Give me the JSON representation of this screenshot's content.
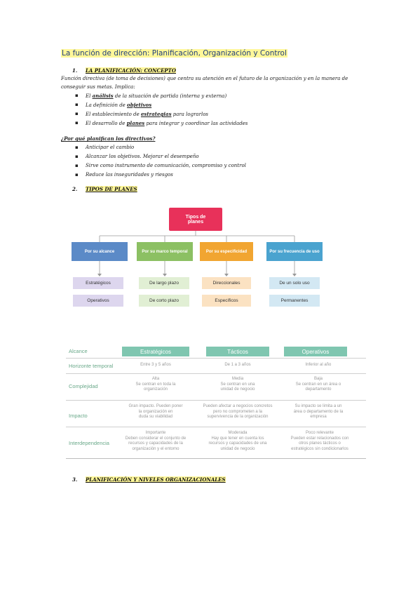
{
  "title": "La función de dirección: Planificación, Organización y Control",
  "section1": {
    "num": "1.",
    "heading": "LA PLANIFICACIÓN: CONCEPTO",
    "intro_line1": "Función directiva (de toma de decisiones) que centra su atención en el futuro de la organización y en la manera de",
    "intro_line2": "conseguir sus metas. Implica:",
    "bullets": [
      {
        "pre": "El ",
        "bold": "análisis",
        "post": " de la situación de partida (interna y externa)"
      },
      {
        "pre": "La definición de ",
        "bold": "objetivos",
        "post": ""
      },
      {
        "pre": "El establecimiento de ",
        "bold": "estrategias",
        "post": " para lograrlos"
      },
      {
        "pre": "El desarrollo de ",
        "bold": "planes",
        "post": " para integrar y coordinar las actividades"
      }
    ]
  },
  "question": {
    "heading": "¿Por qué planifican los directivos?",
    "bullets": [
      "Anticipar el cambio",
      "Alcanzar los objetivos. Mejorar el desempeño",
      "Sirve como instrumento de comunicación, compromiso y control",
      "Reduce las inseguridades y riesgos"
    ]
  },
  "section2": {
    "num": "2.",
    "heading": "TIPOS DE PLANES"
  },
  "diagram": {
    "root": "Tipos de planes",
    "branches": [
      {
        "label": "Por su alcance",
        "color": "#5b8ac7",
        "leaves": [
          "Estratégicos",
          "Operativos"
        ],
        "leaf_color": "#ddd6ee"
      },
      {
        "label": "Por su marco temporal",
        "color": "#8cc063",
        "leaves": [
          "De largo plazo",
          "De corto plazo"
        ],
        "leaf_color": "#e1efd4"
      },
      {
        "label": "Por su especificidad",
        "color": "#f1a531",
        "leaves": [
          "Direccionales",
          "Específicos"
        ],
        "leaf_color": "#fbe2c2"
      },
      {
        "label": "Por su frecuencia de uso",
        "color": "#4aa3cf",
        "leaves": [
          "De un solo uso",
          "Permanentes"
        ],
        "leaf_color": "#d3e8f3"
      }
    ]
  },
  "table": {
    "corner": "Alcance",
    "columns": [
      "Estratégicos",
      "Tácticos",
      "Operativos"
    ],
    "rows": [
      {
        "label": "Horizonte temporal",
        "cells": [
          [
            "Entre 3 y 5 años"
          ],
          [
            "De 1 a 3 años"
          ],
          [
            "Inferior al año"
          ]
        ]
      },
      {
        "label": "Complejidad",
        "cells": [
          [
            "Alta",
            "Se centran en toda la",
            "organización"
          ],
          [
            "Media",
            "Se centran en una",
            "unidad de negocio"
          ],
          [
            "Baja",
            "Se centran en un área o",
            "departamento"
          ]
        ]
      },
      {
        "label": "Impacto",
        "cells": [
          [
            "Gran impacto. Pueden poner",
            "la organización en",
            "duda su viabilidad"
          ],
          [
            "Pueden afectar a negocios concretos",
            "pero no comprometen a la",
            "supervivencia de la organización"
          ],
          [
            "Su impacto se limita a un",
            "área o departamento de la",
            "empresa"
          ]
        ]
      },
      {
        "label": "Interdependencia",
        "cells": [
          [
            "Importante",
            "Deben considerar el conjunto de",
            "recursos y capacidades de la",
            "organización y el entorno"
          ],
          [
            "Moderada",
            "Hay que tener en cuenta los",
            "recursos y capacidades de una",
            "unidad de negocio"
          ],
          [
            "Poco relevante",
            "Pueden estar relacionados con",
            "otros planes tácticos o",
            "estratégicos sin condicionarlos"
          ]
        ]
      }
    ]
  },
  "section3": {
    "num": "3.",
    "heading": "PLANIFICACIÓN Y NIVELES ORGANIZACIONALES"
  },
  "colors": {
    "title_highlight": "#fff799",
    "title_text": "#1f3f7a",
    "root_box": "#e8315a",
    "table_header": "#7fc6b0",
    "row_label": "#6aa98a"
  }
}
